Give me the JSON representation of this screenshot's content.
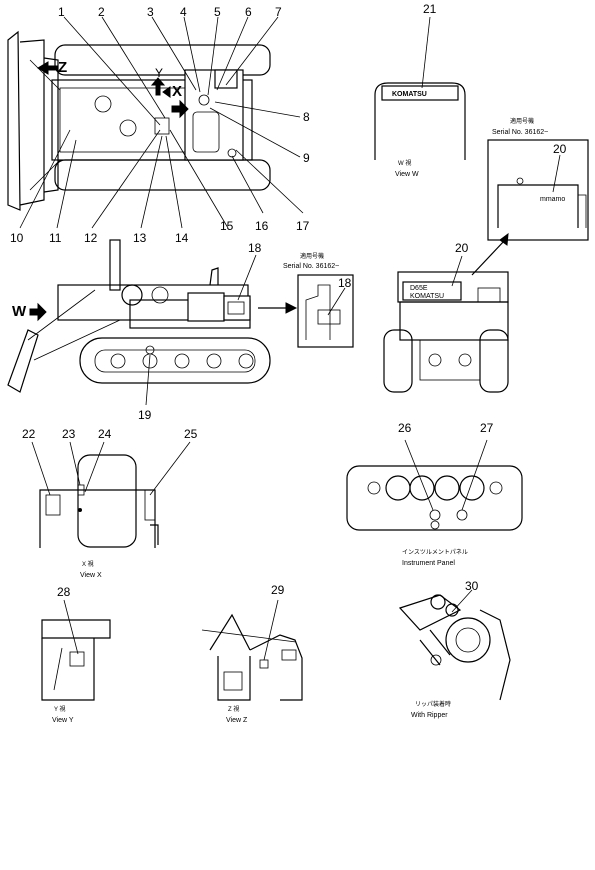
{
  "callouts": [
    "1",
    "2",
    "3",
    "4",
    "5",
    "6",
    "7",
    "8",
    "9",
    "10",
    "11",
    "12",
    "13",
    "14",
    "15",
    "16",
    "17",
    "18",
    "19",
    "20",
    "20",
    "21",
    "22",
    "23",
    "24",
    "25",
    "26",
    "27",
    "28",
    "29",
    "30"
  ],
  "arrows": {
    "z": "Z",
    "y": "Y",
    "x": "X",
    "w": "W"
  },
  "view_w": {
    "jp": "W 視",
    "en": "View W",
    "plate": "KOMATSU"
  },
  "serial_top": {
    "jp": "適用号機",
    "en": "Serial No. 36162~",
    "plate": "mmamo"
  },
  "serial_mid": {
    "jp": "適用号機",
    "en": "Serial No. 36162~"
  },
  "rear_plate": {
    "line1": "D65E",
    "line2": "KOMATSU"
  },
  "view_x": {
    "jp": "X 視",
    "en": "View X"
  },
  "instrument": {
    "jp": "インスツルメントパネル",
    "en": "Instrument Panel"
  },
  "view_y": {
    "jp": "Y 視",
    "en": "View Y"
  },
  "view_z": {
    "jp": "Z 視",
    "en": "View Z"
  },
  "ripper": {
    "jp": "リッパ装着時",
    "en": "With Ripper"
  },
  "colors": {
    "ink": "#000000",
    "paper": "#ffffff"
  }
}
